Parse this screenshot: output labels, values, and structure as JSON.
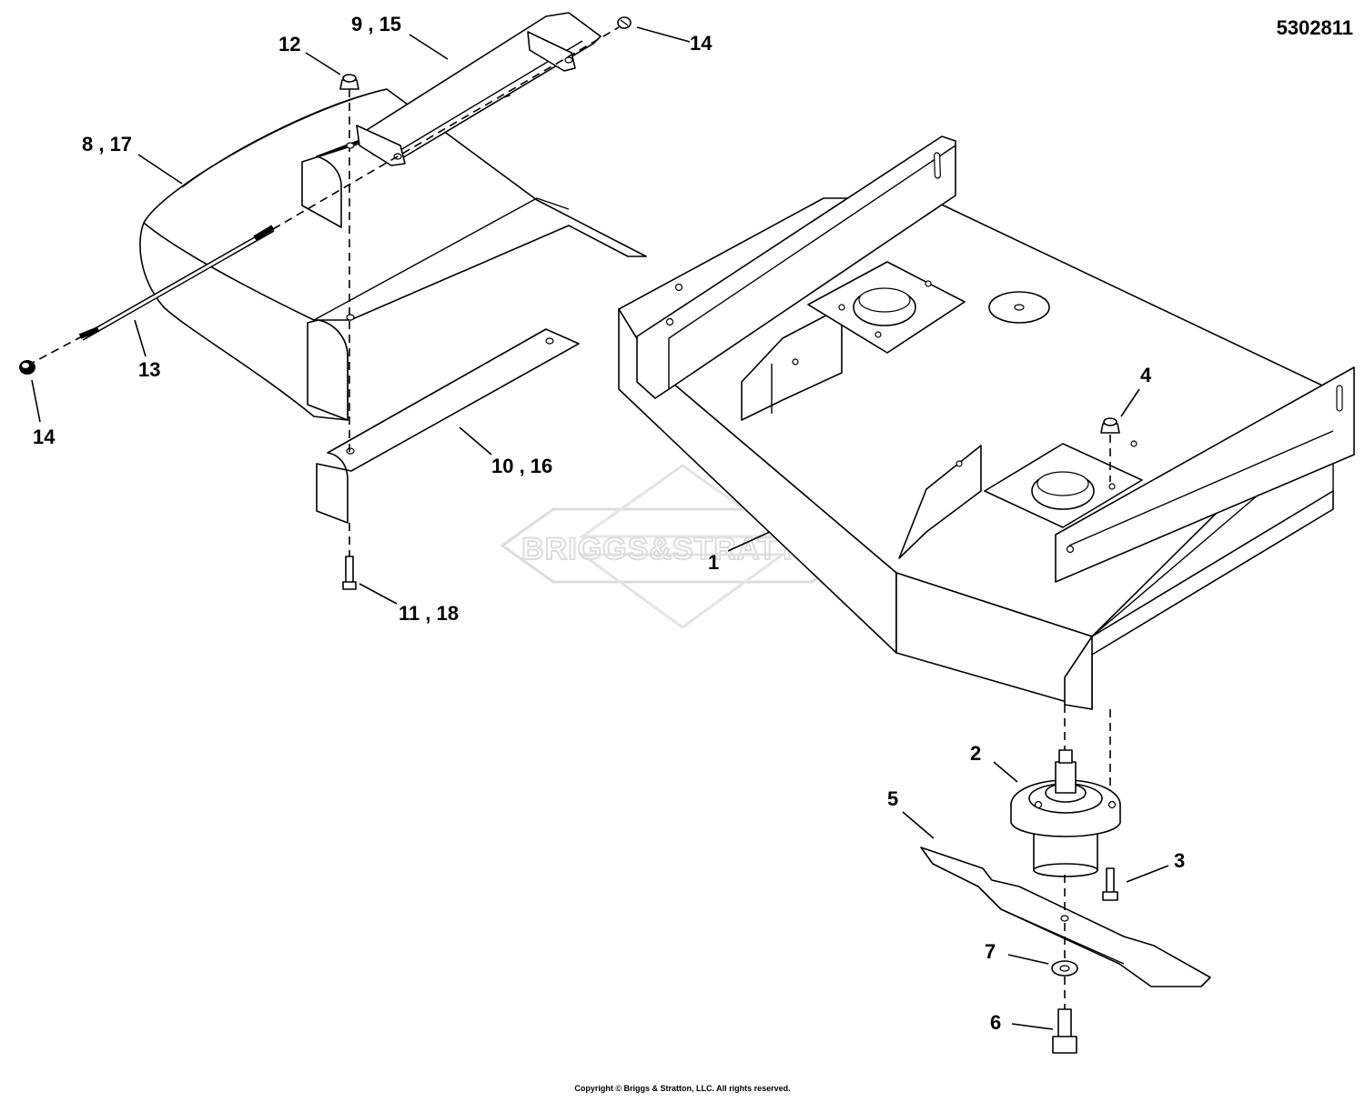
{
  "diagram": {
    "id": "5302811",
    "copyright": "Copyright © Briggs & Stratton, LLC. All rights reserved.",
    "watermark": "BRIGGS&STRATTON",
    "callouts": [
      {
        "key": "c1",
        "label": "1"
      },
      {
        "key": "c2",
        "label": "2"
      },
      {
        "key": "c3",
        "label": "3"
      },
      {
        "key": "c4",
        "label": "4"
      },
      {
        "key": "c5",
        "label": "5"
      },
      {
        "key": "c6",
        "label": "6"
      },
      {
        "key": "c7",
        "label": "7"
      },
      {
        "key": "c8_17",
        "label": "8 , 17"
      },
      {
        "key": "c9_15",
        "label": "9 , 15"
      },
      {
        "key": "c10_16",
        "label": "10 , 16"
      },
      {
        "key": "c11_18",
        "label": "11 , 18"
      },
      {
        "key": "c12",
        "label": "12"
      },
      {
        "key": "c13",
        "label": "13"
      },
      {
        "key": "c14a",
        "label": "14"
      },
      {
        "key": "c14b",
        "label": "14"
      }
    ]
  }
}
